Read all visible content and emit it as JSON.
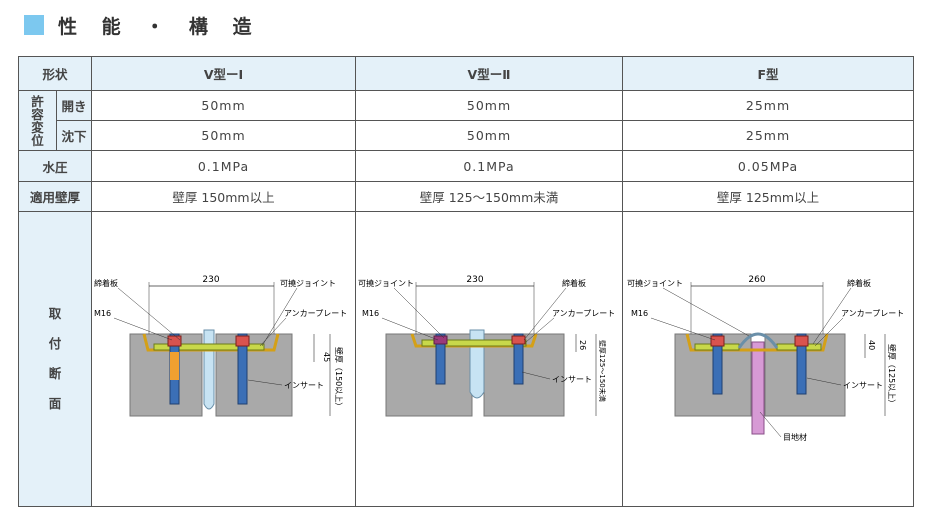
{
  "section": {
    "title": "性 能 ・ 構 造"
  },
  "table": {
    "header": {
      "label": "形状",
      "col1": "V型ーⅠ",
      "col2": "V型ーⅡ",
      "col3": "F型"
    },
    "displacement": {
      "group_chars": [
        "許",
        "容",
        "変",
        "位"
      ],
      "open": {
        "label": "開き",
        "values": [
          "50mm",
          "50mm",
          "25mm"
        ]
      },
      "settle": {
        "label": "沈下",
        "values": [
          "50mm",
          "50mm",
          "25mm"
        ]
      }
    },
    "water": {
      "label": "水圧",
      "values": [
        "0.1MPa",
        "0.1MPa",
        "0.05MPa"
      ]
    },
    "wall": {
      "label": "適用壁厚",
      "values": [
        "壁厚 150mm以上",
        "壁厚 125～150mm未満",
        "壁厚 125mm以上"
      ]
    },
    "section_row": {
      "label_chars": [
        "取",
        "付",
        "断",
        "面"
      ]
    }
  },
  "diagrams": {
    "v1": {
      "dim": "230",
      "label_plate": "締着板",
      "label_joint": "可撓ジョイント",
      "label_m16": "M16",
      "label_anchor": "アンカープレート",
      "label_insert": "インサート",
      "dim_h": "45",
      "wall": "壁厚（150以上）"
    },
    "v2": {
      "dim": "230",
      "label_joint": "可撓ジョイント",
      "label_plate": "締着板",
      "label_m16": "M16",
      "label_anchor": "アンカープレート",
      "label_insert": "インサート",
      "dim_h": "26",
      "wall": "壁厚125～150未満"
    },
    "f": {
      "dim": "260",
      "label_joint": "可撓ジョイント",
      "label_plate": "締着板",
      "label_m16": "M16",
      "label_anchor": "アンカープレート",
      "label_insert": "インサート",
      "dim_h": "40",
      "wall": "壁厚（125以上）",
      "label_filler": "目地材"
    }
  },
  "colors": {
    "accent": "#7cc8ef",
    "header_bg": "#e4f1f9",
    "concrete": "#a9a9a9",
    "plate": "#c8d84a",
    "joint_v": "#c7e3f3",
    "bolt_red": "#d9534f",
    "bolt_blue": "#3b6fb6",
    "filler": "#d79ad5"
  }
}
